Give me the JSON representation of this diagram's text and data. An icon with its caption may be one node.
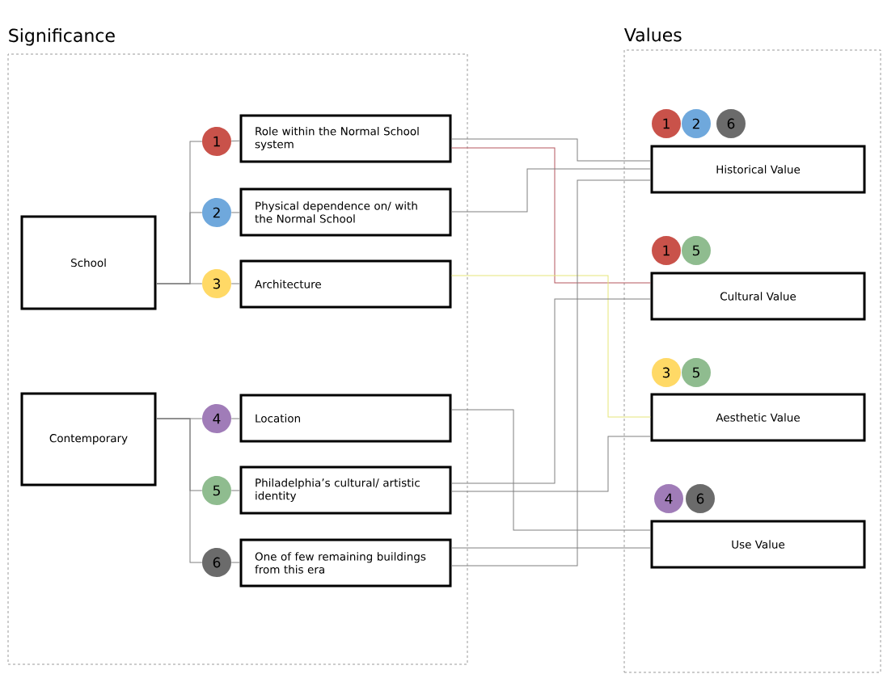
{
  "diagram": {
    "nodes": [
      {
        "text": [
          "Significance"
        ]
      },
      {
        "text": [
          "School"
        ],
        "in": 0
      },
      {
        "text": [
          "Contemporary"
        ],
        "in": 0
      },
      {
        "text": [
          "1"
        ],
        "in": 0
      },
      {
        "text": [
          "2"
        ],
        "in": 0
      },
      {
        "text": [
          "3"
        ],
        "in": 0
      },
      {
        "text": [
          "4"
        ],
        "in": 0
      },
      {
        "text": [
          "5"
        ],
        "in": 0
      },
      {
        "text": [
          "6"
        ],
        "in": 0
      },
      {
        "text": [
          "Role within the Normal School system"
        ],
        "in": 0
      },
      {
        "text": [
          "Physical dependence on/ with the Normal School"
        ],
        "in": 0
      },
      {
        "text": [
          "Architecture"
        ],
        "in": 0
      },
      {
        "text": [
          "Location"
        ],
        "in": 0
      },
      {
        "text": [
          "Philadelphia’s cultural/ artistic identity"
        ],
        "in": 0
      },
      {
        "text": [
          "One of few remaining buildings from this era"
        ],
        "in": 0
      },
      {
        "text": [
          "Values"
        ]
      },
      {
        "text": [
          "1"
        ],
        "in": 15
      },
      {
        "text": [
          "2"
        ],
        "in": 15
      },
      {
        "text": [
          "6"
        ],
        "in": 15
      },
      {
        "text": [
          "Historical Value"
        ],
        "in": 15
      },
      {
        "text": [
          "1"
        ],
        "in": 15
      },
      {
        "text": [
          "5"
        ],
        "in": 15
      },
      {
        "text": [
          "Cultural Value"
        ],
        "in": 15
      },
      {
        "text": [
          "3"
        ],
        "in": 15
      },
      {
        "text": [
          "5"
        ],
        "in": 15
      },
      {
        "text": [
          "Aesthetic Value"
        ],
        "in": 15
      },
      {
        "text": [
          "4"
        ],
        "in": 15
      },
      {
        "text": [
          "6"
        ],
        "in": 15
      },
      {
        "text": [
          "Use Value"
        ],
        "in": 15
      }
    ],
    "edges": [
      {
        "from": 1,
        "to": 3,
        "arrow": "none"
      },
      {
        "from": 1,
        "to": 4,
        "arrow": "none"
      },
      {
        "from": 1,
        "to": 5,
        "arrow": "none"
      },
      {
        "from": 2,
        "to": 6,
        "arrow": "none"
      },
      {
        "from": 2,
        "to": 7,
        "arrow": "none"
      },
      {
        "from": 2,
        "to": 8,
        "arrow": "none"
      },
      {
        "from": 3,
        "to": 9,
        "arrow": "none"
      },
      {
        "from": 4,
        "to": 10,
        "arrow": "none"
      },
      {
        "from": 5,
        "to": 11,
        "arrow": "none"
      },
      {
        "from": 6,
        "to": 12,
        "arrow": "none"
      },
      {
        "from": 7,
        "to": 13,
        "arrow": "none"
      },
      {
        "from": 8,
        "to": 14,
        "arrow": "none"
      },
      {
        "from": 9,
        "to": 19,
        "arrow": "none"
      },
      {
        "from": 9,
        "to": 22,
        "arrow": "none",
        "color": "#b5565e"
      },
      {
        "from": 10,
        "to": 19,
        "arrow": "none"
      },
      {
        "from": 11,
        "to": 25,
        "arrow": "none",
        "color": "#e6e67a"
      },
      {
        "from": 12,
        "to": 28,
        "arrow": "none"
      },
      {
        "from": 13,
        "to": 22,
        "arrow": "none"
      },
      {
        "from": 13,
        "to": 25,
        "arrow": "none"
      },
      {
        "from": 14,
        "to": 28,
        "arrow": "none"
      },
      {
        "from": 14,
        "to": 19,
        "arrow": "none"
      }
    ]
  }
}
